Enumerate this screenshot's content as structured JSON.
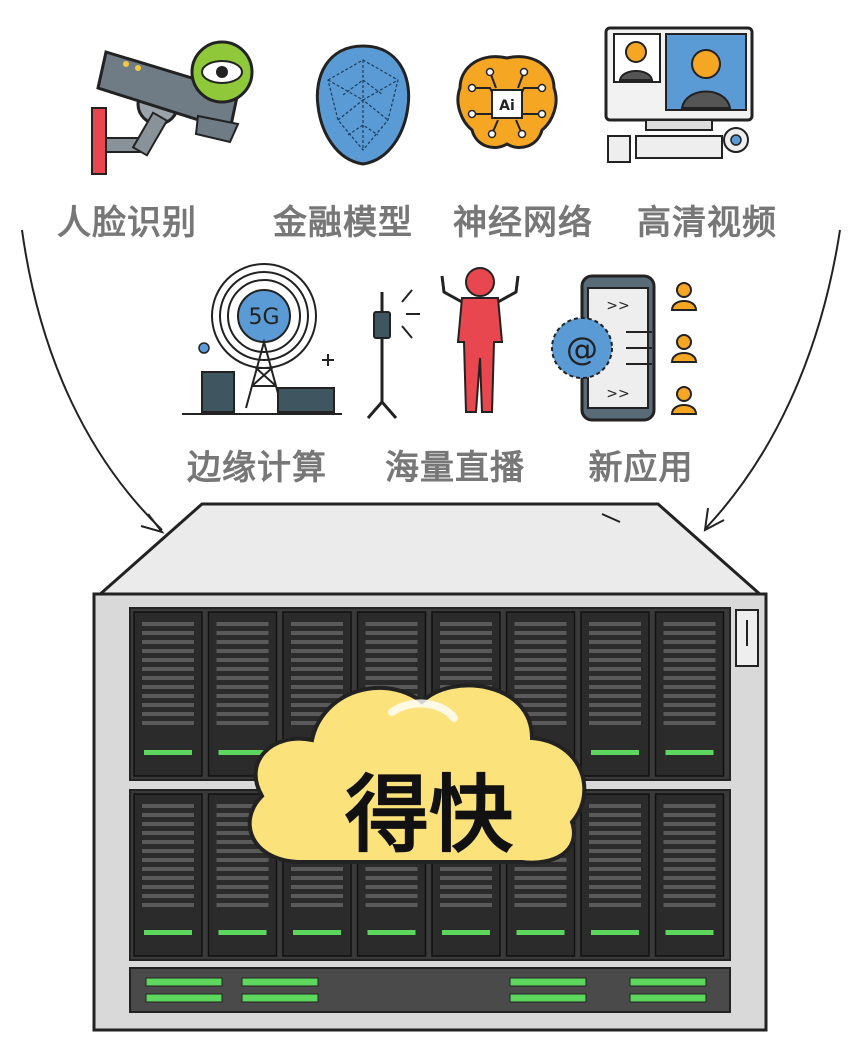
{
  "row1": [
    {
      "id": "face",
      "label": "人脸识别",
      "icon": "surveillance-camera-icon"
    },
    {
      "id": "finance",
      "label": "金融模型",
      "icon": "face-mesh-icon"
    },
    {
      "id": "neural",
      "label": "神经网络",
      "icon": "ai-brain-icon"
    },
    {
      "id": "video",
      "label": "高清视频",
      "icon": "video-conference-icon"
    }
  ],
  "row2": [
    {
      "id": "edge",
      "label": "边缘计算",
      "icon": "5g-tower-icon",
      "badge": "5G"
    },
    {
      "id": "live",
      "label": "海量直播",
      "icon": "live-stream-icon"
    },
    {
      "id": "apps",
      "label": "新应用",
      "icon": "mobile-app-icon",
      "badge": "@"
    }
  ],
  "brain_chip": "Ai",
  "cloud_text": "得快",
  "colors": {
    "label": "#777777",
    "blue": "#5b9bd5",
    "orange": "#f5a623",
    "red": "#e8474f",
    "cloud": "#fbe27a",
    "server": "#d9d9d9",
    "led": "#5cd65c"
  }
}
